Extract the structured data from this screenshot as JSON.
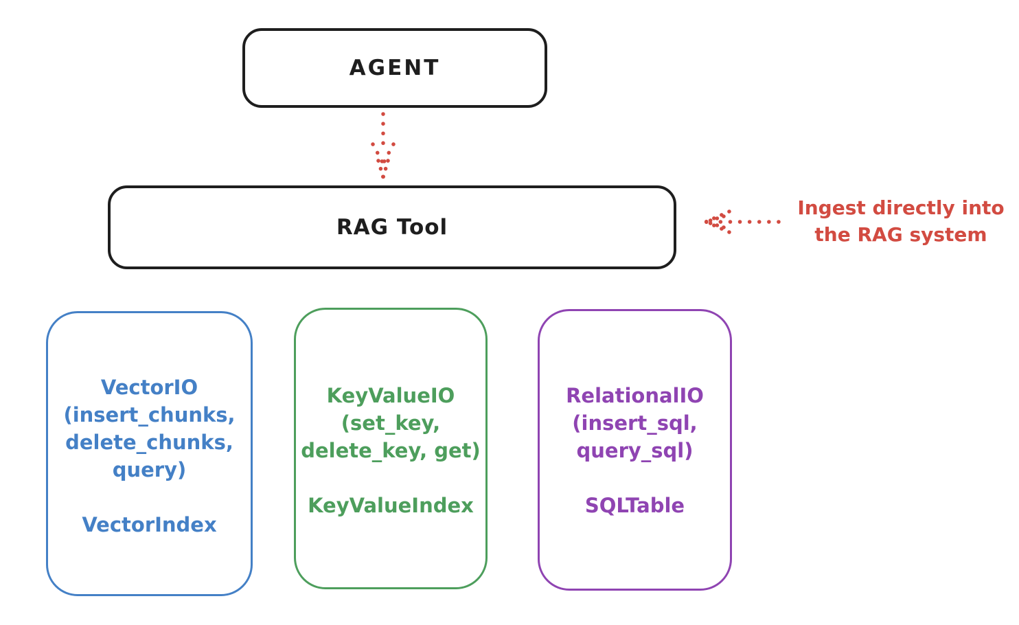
{
  "diagram": {
    "agent": {
      "label": "AGENT"
    },
    "rag_tool": {
      "label": "RAG Tool"
    },
    "annotation": {
      "line1": "Ingest directly into",
      "line2": "the RAG system"
    },
    "connectors": [
      {
        "name": "agent-to-rag",
        "style": "dotted",
        "direction": "down",
        "color": "#d24b41"
      },
      {
        "name": "ingest-into-rag",
        "style": "dotted",
        "direction": "left",
        "color": "#d24b41"
      }
    ]
  },
  "storage_boxes": [
    {
      "name": "vector-io",
      "color": "#4480c6",
      "interface_lines": [
        "VectorIO",
        "(insert_chunks,",
        "delete_chunks,",
        "query)"
      ],
      "index_label": "VectorIndex"
    },
    {
      "name": "key-value-io",
      "color": "#4d9e5c",
      "interface_lines": [
        "KeyValueIO",
        "(set_key,",
        "delete_key, get)"
      ],
      "index_label": "KeyValueIndex"
    },
    {
      "name": "relational-io",
      "color": "#8f44b2",
      "interface_lines": [
        "RelationalIO",
        "(insert_sql,",
        "query_sql)"
      ],
      "index_label": "SQLTable"
    }
  ],
  "colors": {
    "stroke": "#1e1e1e",
    "accent_red": "#d24b41",
    "vector_blue": "#4480c6",
    "keyvalue_green": "#4d9e5c",
    "relational_purple": "#8f44b2",
    "background": "#ffffff"
  }
}
